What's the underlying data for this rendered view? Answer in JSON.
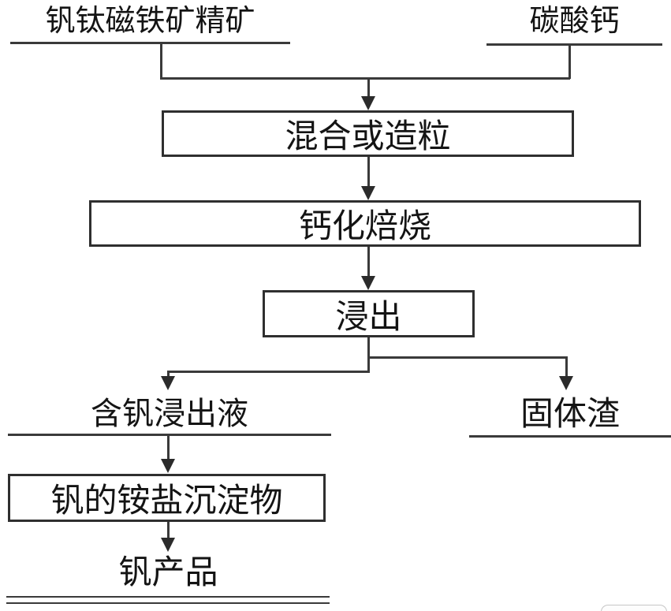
{
  "diagram": {
    "title_hint": "钒提取工艺流程图",
    "inputs": {
      "left": "钒钛磁铁矿精矿",
      "right": "碳酸钙"
    },
    "steps": {
      "mix": "混合或造粒",
      "roast": "钙化焙烧",
      "leach": "浸出",
      "precipitate": "钒的铵盐沉淀物"
    },
    "outputs": {
      "leachate": "含钒浸出液",
      "residue": "固体渣",
      "product": "钒产品"
    },
    "colors": {
      "line": "#3a3a3a",
      "box_border": "#2f2f2f",
      "text": "#141414",
      "background": "#ffffff",
      "artifact_border": "#c6c6c6"
    }
  }
}
